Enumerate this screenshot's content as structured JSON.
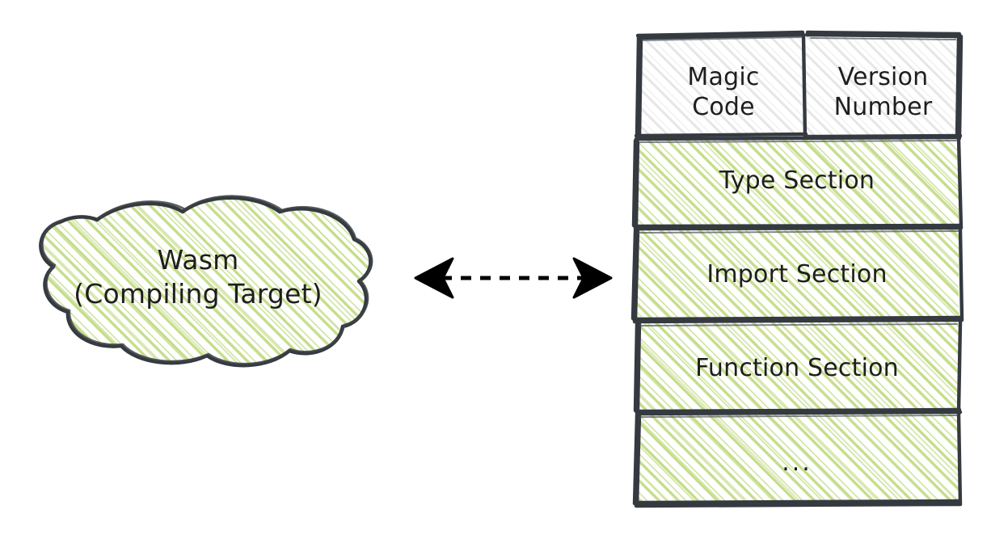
{
  "diagram": {
    "title": "Wasm compiling target and binary module section layout",
    "style": "hand-drawn sketch",
    "colors": {
      "stroke": "#343a40",
      "text": "#1e1e1e",
      "green_hatch": "#c5dd8a",
      "gray_hatch": "#e3e3e3",
      "background": "#ffffff"
    }
  },
  "cloud": {
    "name": "wasm-cloud",
    "line1": "Wasm",
    "line2": "(Compiling Target)",
    "fill": "green-hatch"
  },
  "connector": {
    "name": "bidirectional-dashed-arrow",
    "style": "dashed",
    "arrowheads": "both",
    "label": ""
  },
  "module": {
    "name": "wasm-binary-module",
    "header_cells": [
      {
        "label": "Magic\nCode",
        "fill": "gray-hatch"
      },
      {
        "label": "Version\nNumber",
        "fill": "gray-hatch"
      }
    ],
    "sections": [
      {
        "label": "Type Section",
        "fill": "green-hatch"
      },
      {
        "label": "Import Section",
        "fill": "green-hatch"
      },
      {
        "label": "Function Section",
        "fill": "green-hatch"
      },
      {
        "label": "...",
        "fill": "green-hatch"
      }
    ]
  }
}
